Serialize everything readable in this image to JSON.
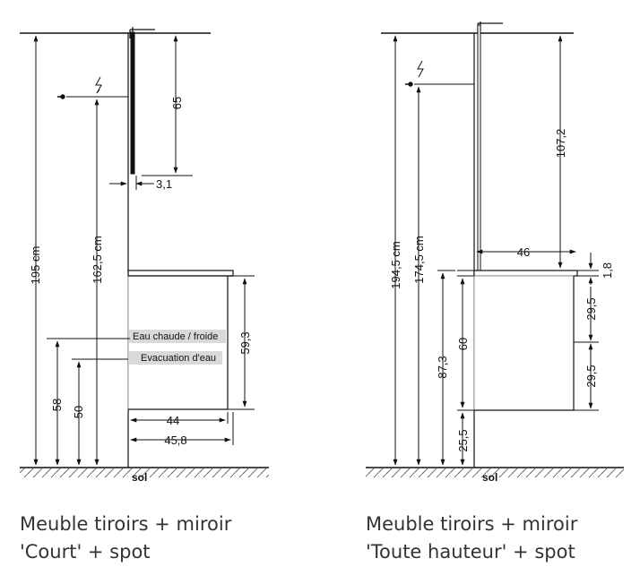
{
  "left": {
    "dims": {
      "total_height": "195 cm",
      "socket_height": "162,5 cm",
      "mirror_height": "65",
      "mirror_depth": "3,1",
      "drawer_height": "59,3",
      "water_in_height": "58",
      "drain_height": "50",
      "width_44": "44",
      "width_45_8": "45,8"
    },
    "labels": {
      "water": "Eau chaude / froide",
      "drain": "Evacuation d'eau",
      "floor": "sol"
    },
    "caption": {
      "line1": "Meuble tiroirs + miroir",
      "line2": "'Court' + spot"
    }
  },
  "right": {
    "dims": {
      "total_height": "194,5 cm",
      "socket_height": "174,5 cm",
      "mirror_height": "107,2",
      "depth_46": "46",
      "top_1_8": "1,8",
      "drawer_upper": "29,5",
      "drawer_lower": "29,5",
      "cabinet_top": "87,3",
      "cabinet_body": "60",
      "leg_height": "25,5"
    },
    "labels": {
      "floor": "sol"
    },
    "caption": {
      "line1": "Meuble tiroirs + miroir",
      "line2": "'Toute hauteur' + spot"
    }
  }
}
